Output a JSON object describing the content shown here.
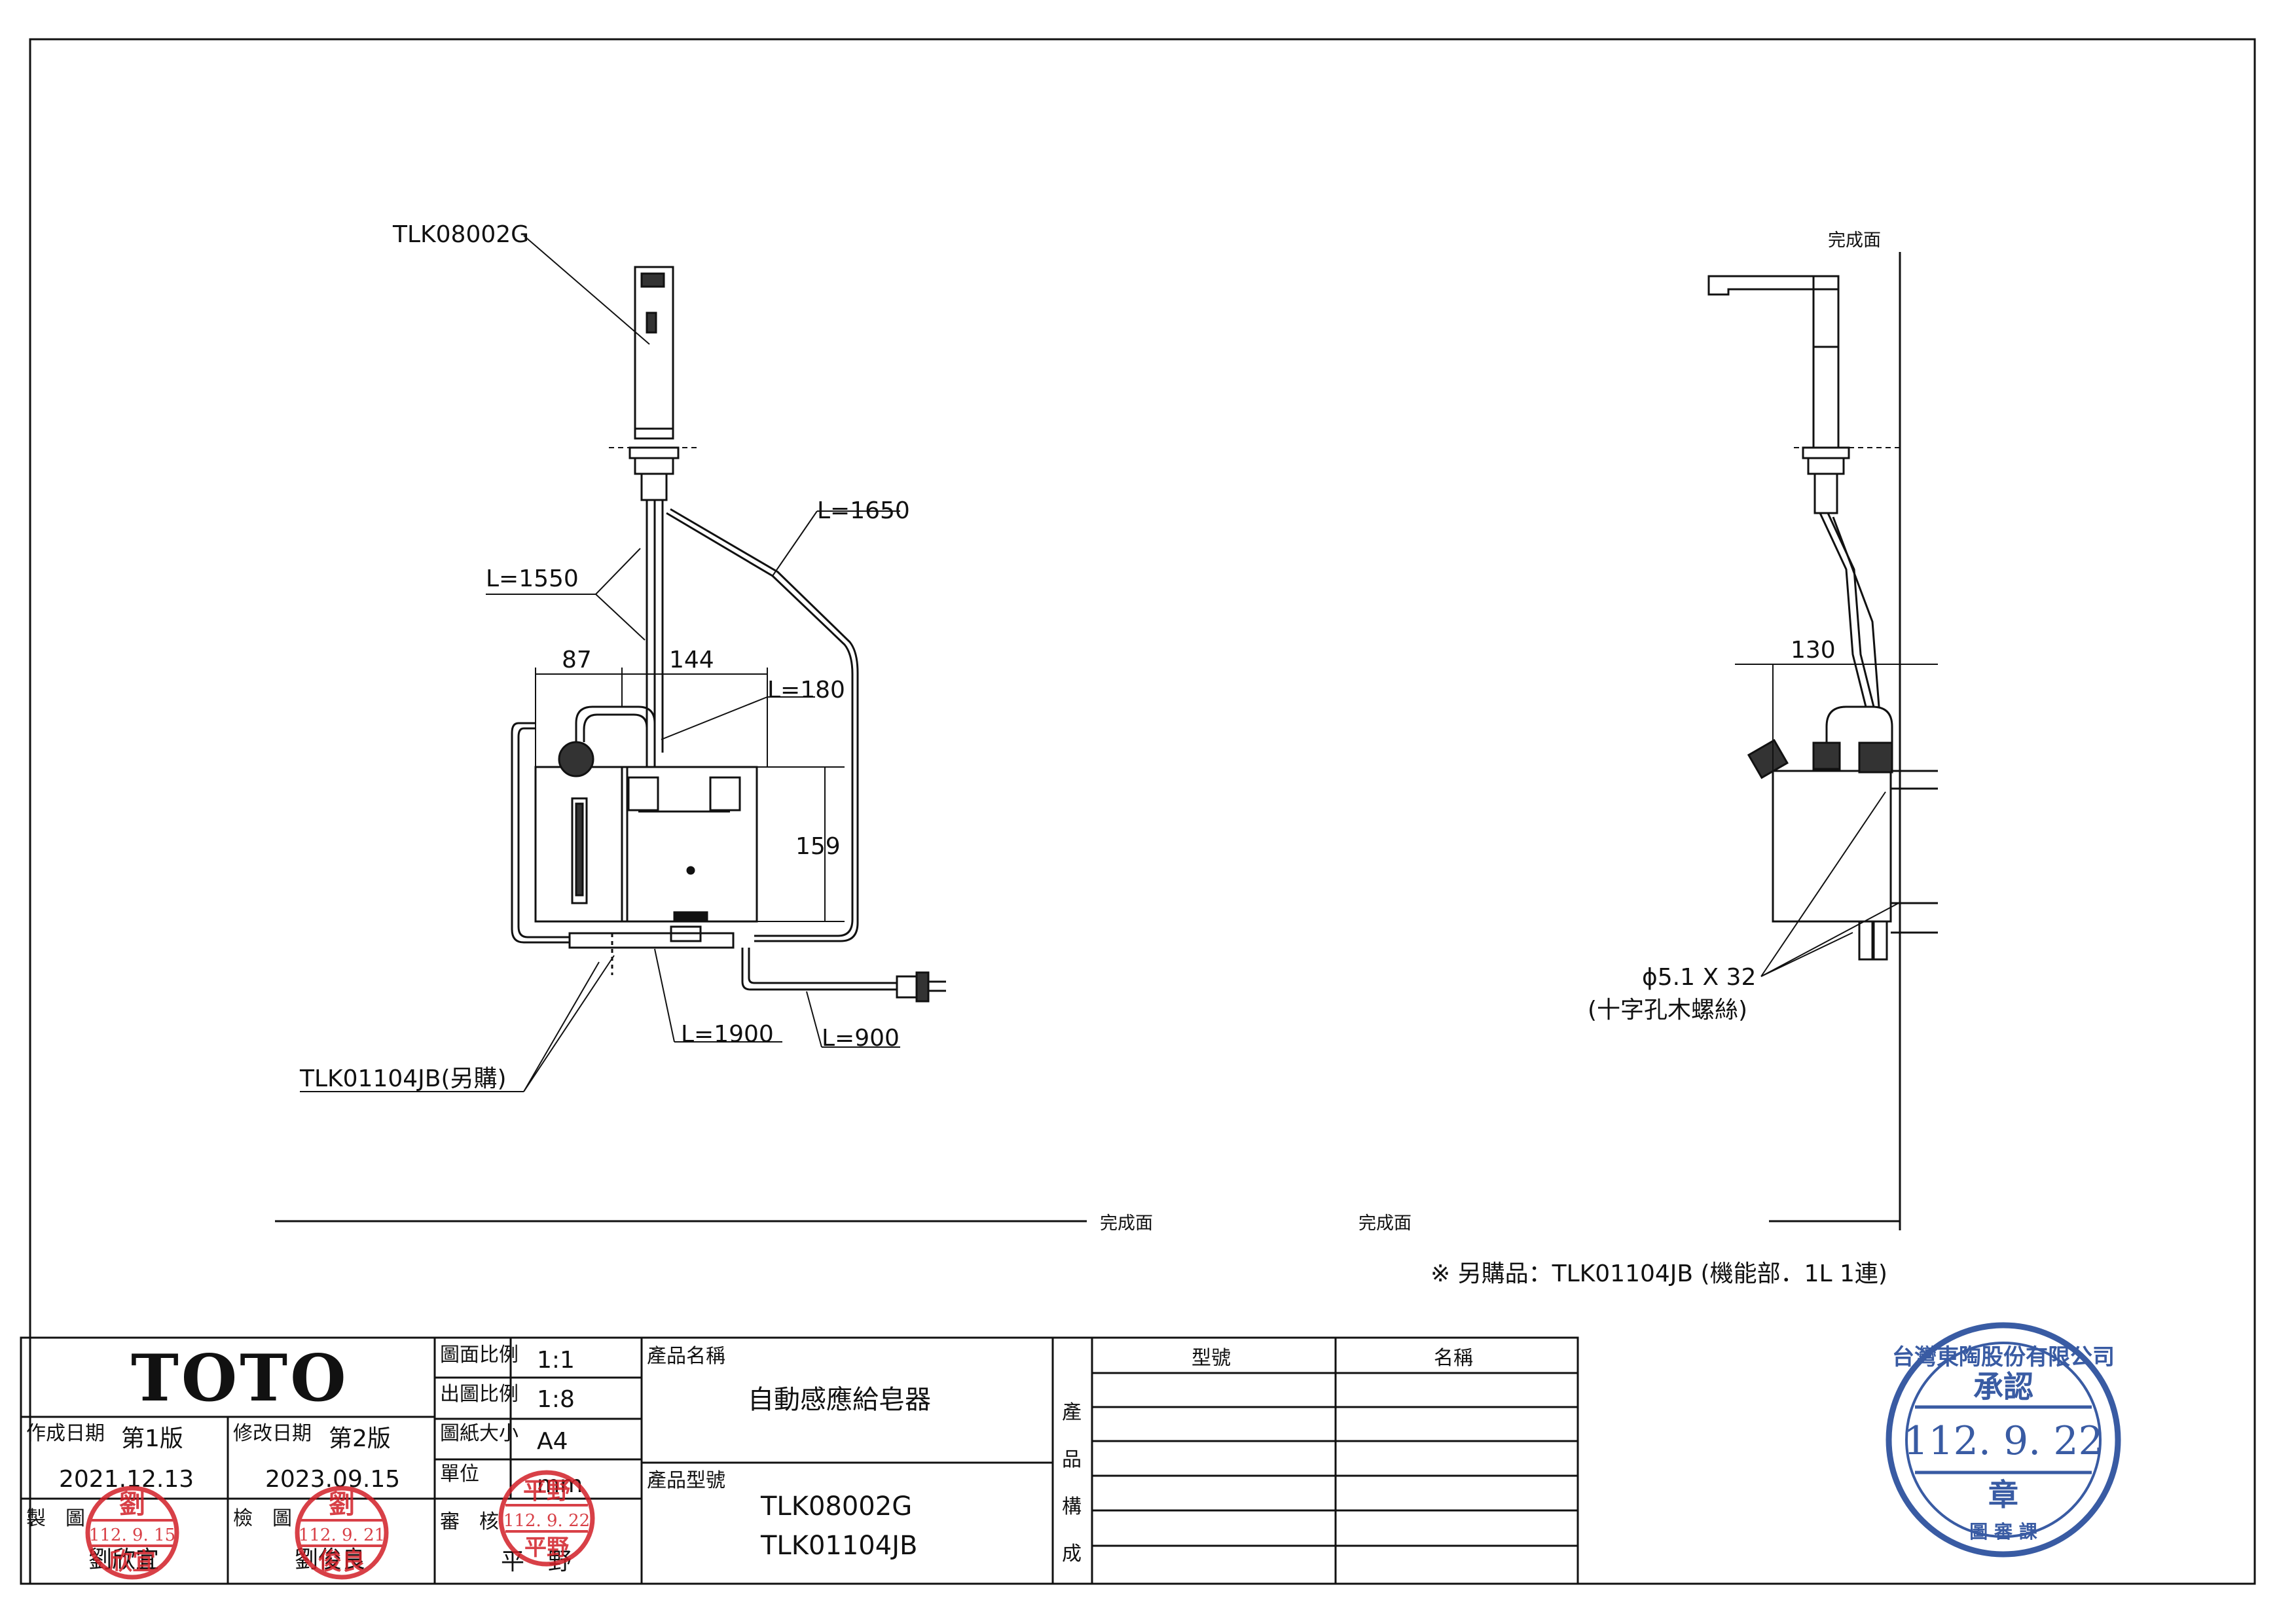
{
  "drawing": {
    "front_view": {
      "faucet_model": "TLK08002G",
      "cable_l1650": "L=1650",
      "cable_l1550": "L=1550",
      "dim_87": "87",
      "dim_144": "144",
      "cable_l180": "L=180",
      "dim_159": "159",
      "unit_model": "TLK01104JB(另購)",
      "cable_l1900": "L=1900",
      "cable_l900": "L=900",
      "finish_surface": "完成面"
    },
    "side_view": {
      "finish_surface_top": "完成面",
      "dim_130": "130",
      "screw_spec": "ϕ5.1 X 32",
      "screw_type": "(十字孔木螺絲)",
      "finish_surface_floor": "完成面"
    },
    "note": "※ 另購品：TLK01104JB (機能部．1L 1連)"
  },
  "title_block": {
    "brand": "TOTO",
    "created_label": "作成日期",
    "created_edition": "第1版",
    "created_date": "2021.12.13",
    "revised_label": "修改日期",
    "revised_edition": "第2版",
    "revised_date": "2023.09.15",
    "drawn_label": "製　圖",
    "drawn_name": "劉欣宜",
    "checked_label": "檢　圖",
    "checked_name": "劉俊良",
    "approved_label": "審　核",
    "approved_name": "平　野",
    "scale_label": "圖面比例",
    "scale_value": "1:1",
    "print_scale_label": "出圖比例",
    "print_scale_value": "1:8",
    "paper_label": "圖紙大小",
    "paper_value": "A4",
    "unit_label": "單位",
    "unit_value": "mm",
    "product_name_label": "產品名稱",
    "product_name": "自動感應給皂器",
    "product_model_label": "產品型號",
    "product_model_1": "TLK08002G",
    "product_model_2": "TLK01104JB",
    "composition_label": [
      "產",
      "品",
      "構",
      "成"
    ],
    "col_model": "型號",
    "col_name": "名稱"
  },
  "stamps": {
    "drawn": {
      "top": "劉",
      "date": "112. 9. 15",
      "bottom": "欣宜"
    },
    "checked": {
      "top": "劉",
      "date": "112. 9. 21",
      "bottom": "俊良"
    },
    "approved": {
      "top": "平野",
      "date": "112. 9. 22",
      "bottom": "平野"
    },
    "company": {
      "ring": "台灣東陶股份有限公司",
      "title": "承認",
      "date": "112. 9. 22",
      "bottom": "章",
      "footer": "圖 審 課"
    }
  },
  "colors": {
    "stamp_red": "#d21f27",
    "stamp_blue": "#244a9a",
    "line": "#111111"
  }
}
